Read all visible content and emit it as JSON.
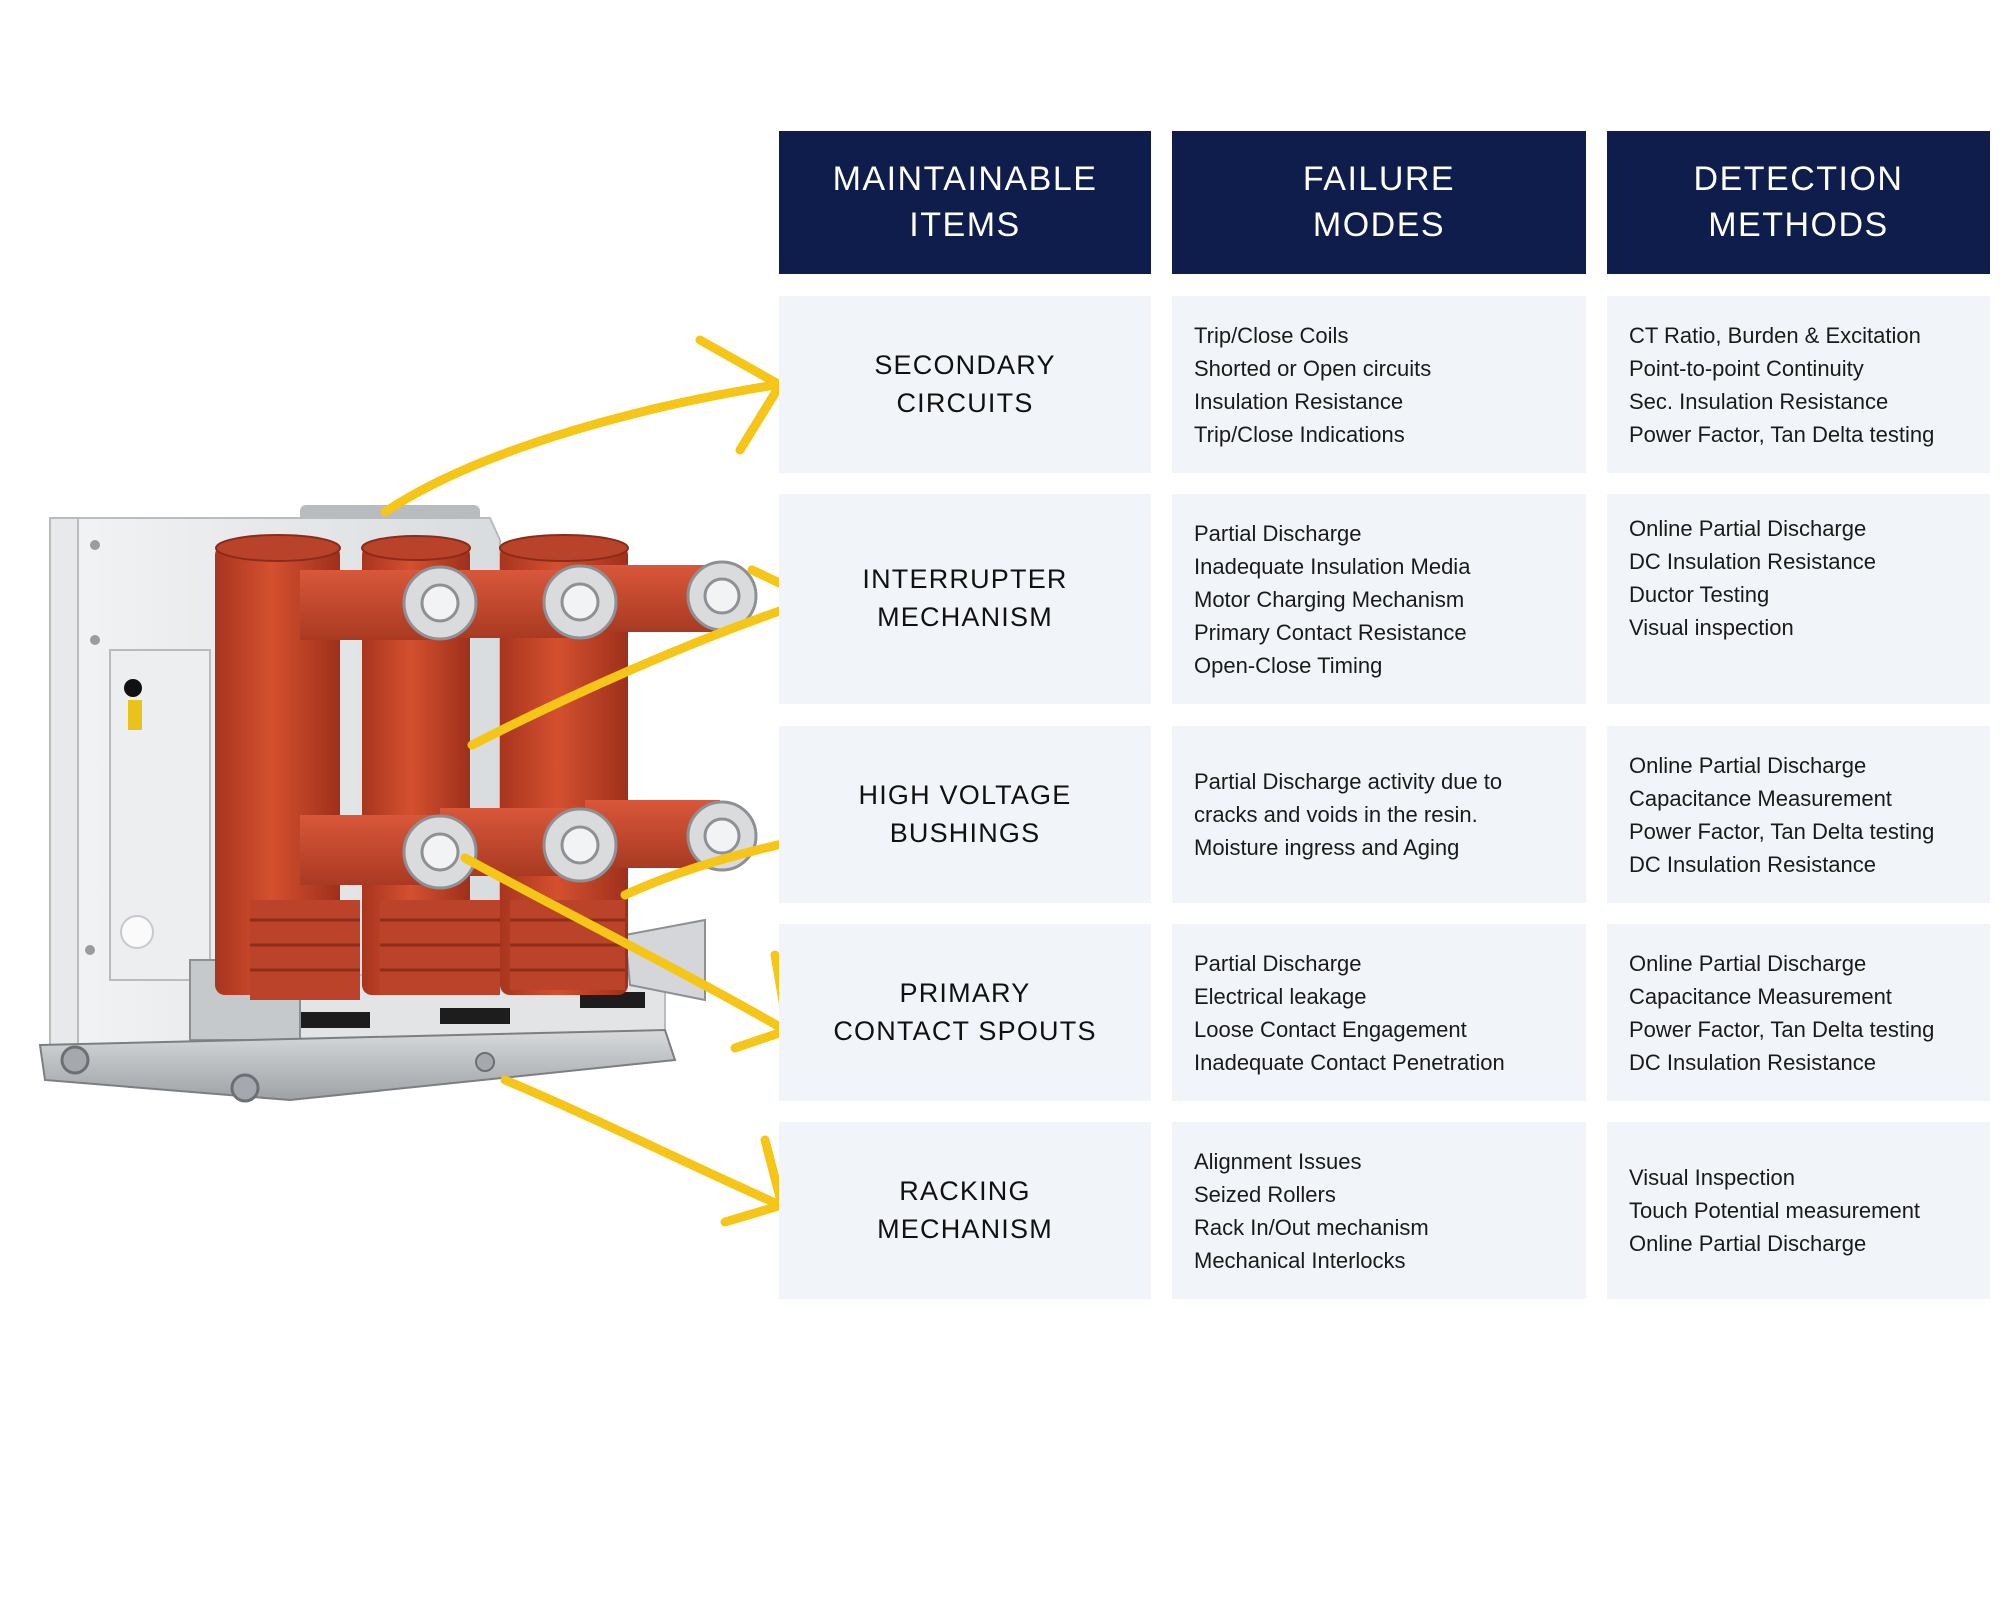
{
  "headers": {
    "maintainable_items": "MAINTAINABLE\nITEMS",
    "failure_modes": "FAILURE\nMODES",
    "detection_methods": "DETECTION\nMETHODS"
  },
  "rows": [
    {
      "item": "SECONDARY\nCIRCUITS",
      "failure_modes": [
        "Trip/Close Coils",
        "Shorted or Open circuits",
        "Insulation Resistance",
        "Trip/Close Indications"
      ],
      "detection_methods": [
        "CT Ratio, Burden & Excitation",
        "Point-to-point Continuity",
        "Sec. Insulation Resistance",
        "Power Factor, Tan Delta testing"
      ]
    },
    {
      "item": "INTERRUPTER\nMECHANISM",
      "failure_modes": [
        "Partial Discharge",
        "Inadequate Insulation Media",
        "Motor Charging Mechanism",
        "Primary Contact Resistance",
        "Open-Close Timing"
      ],
      "detection_methods": [
        "Online Partial Discharge",
        "DC Insulation Resistance",
        "Ductor Testing",
        "Visual inspection"
      ]
    },
    {
      "item": "HIGH VOLTAGE\nBUSHINGS",
      "failure_modes": [
        "Partial Discharge activity due to",
        "cracks and voids in the resin.",
        "Moisture ingress and Aging"
      ],
      "detection_methods": [
        "Online Partial Discharge",
        "Capacitance Measurement",
        "Power Factor, Tan Delta testing",
        "DC Insulation Resistance"
      ]
    },
    {
      "item": "PRIMARY\nCONTACT SPOUTS",
      "failure_modes": [
        "Partial Discharge",
        "Electrical leakage",
        "Loose Contact Engagement",
        "Inadequate Contact Penetration"
      ],
      "detection_methods": [
        "Online Partial Discharge",
        "Capacitance Measurement",
        "Power Factor, Tan Delta testing",
        "DC Insulation Resistance"
      ]
    },
    {
      "item": "RACKING\nMECHANISM",
      "failure_modes": [
        "Alignment Issues",
        "Seized Rollers",
        "Rack In/Out mechanism",
        "Mechanical Interlocks"
      ],
      "detection_methods": [
        "Visual Inspection",
        "Touch Potential measurement",
        "Online Partial Discharge"
      ]
    }
  ],
  "colors": {
    "header_bg": "#0e1d4b",
    "cell_bg": "#f1f5f9",
    "arrow": "#f5c518",
    "pole_red": "#c8442a"
  },
  "icons": [
    "vacuum-circuit-breaker-illustration",
    "arrow-icon"
  ]
}
